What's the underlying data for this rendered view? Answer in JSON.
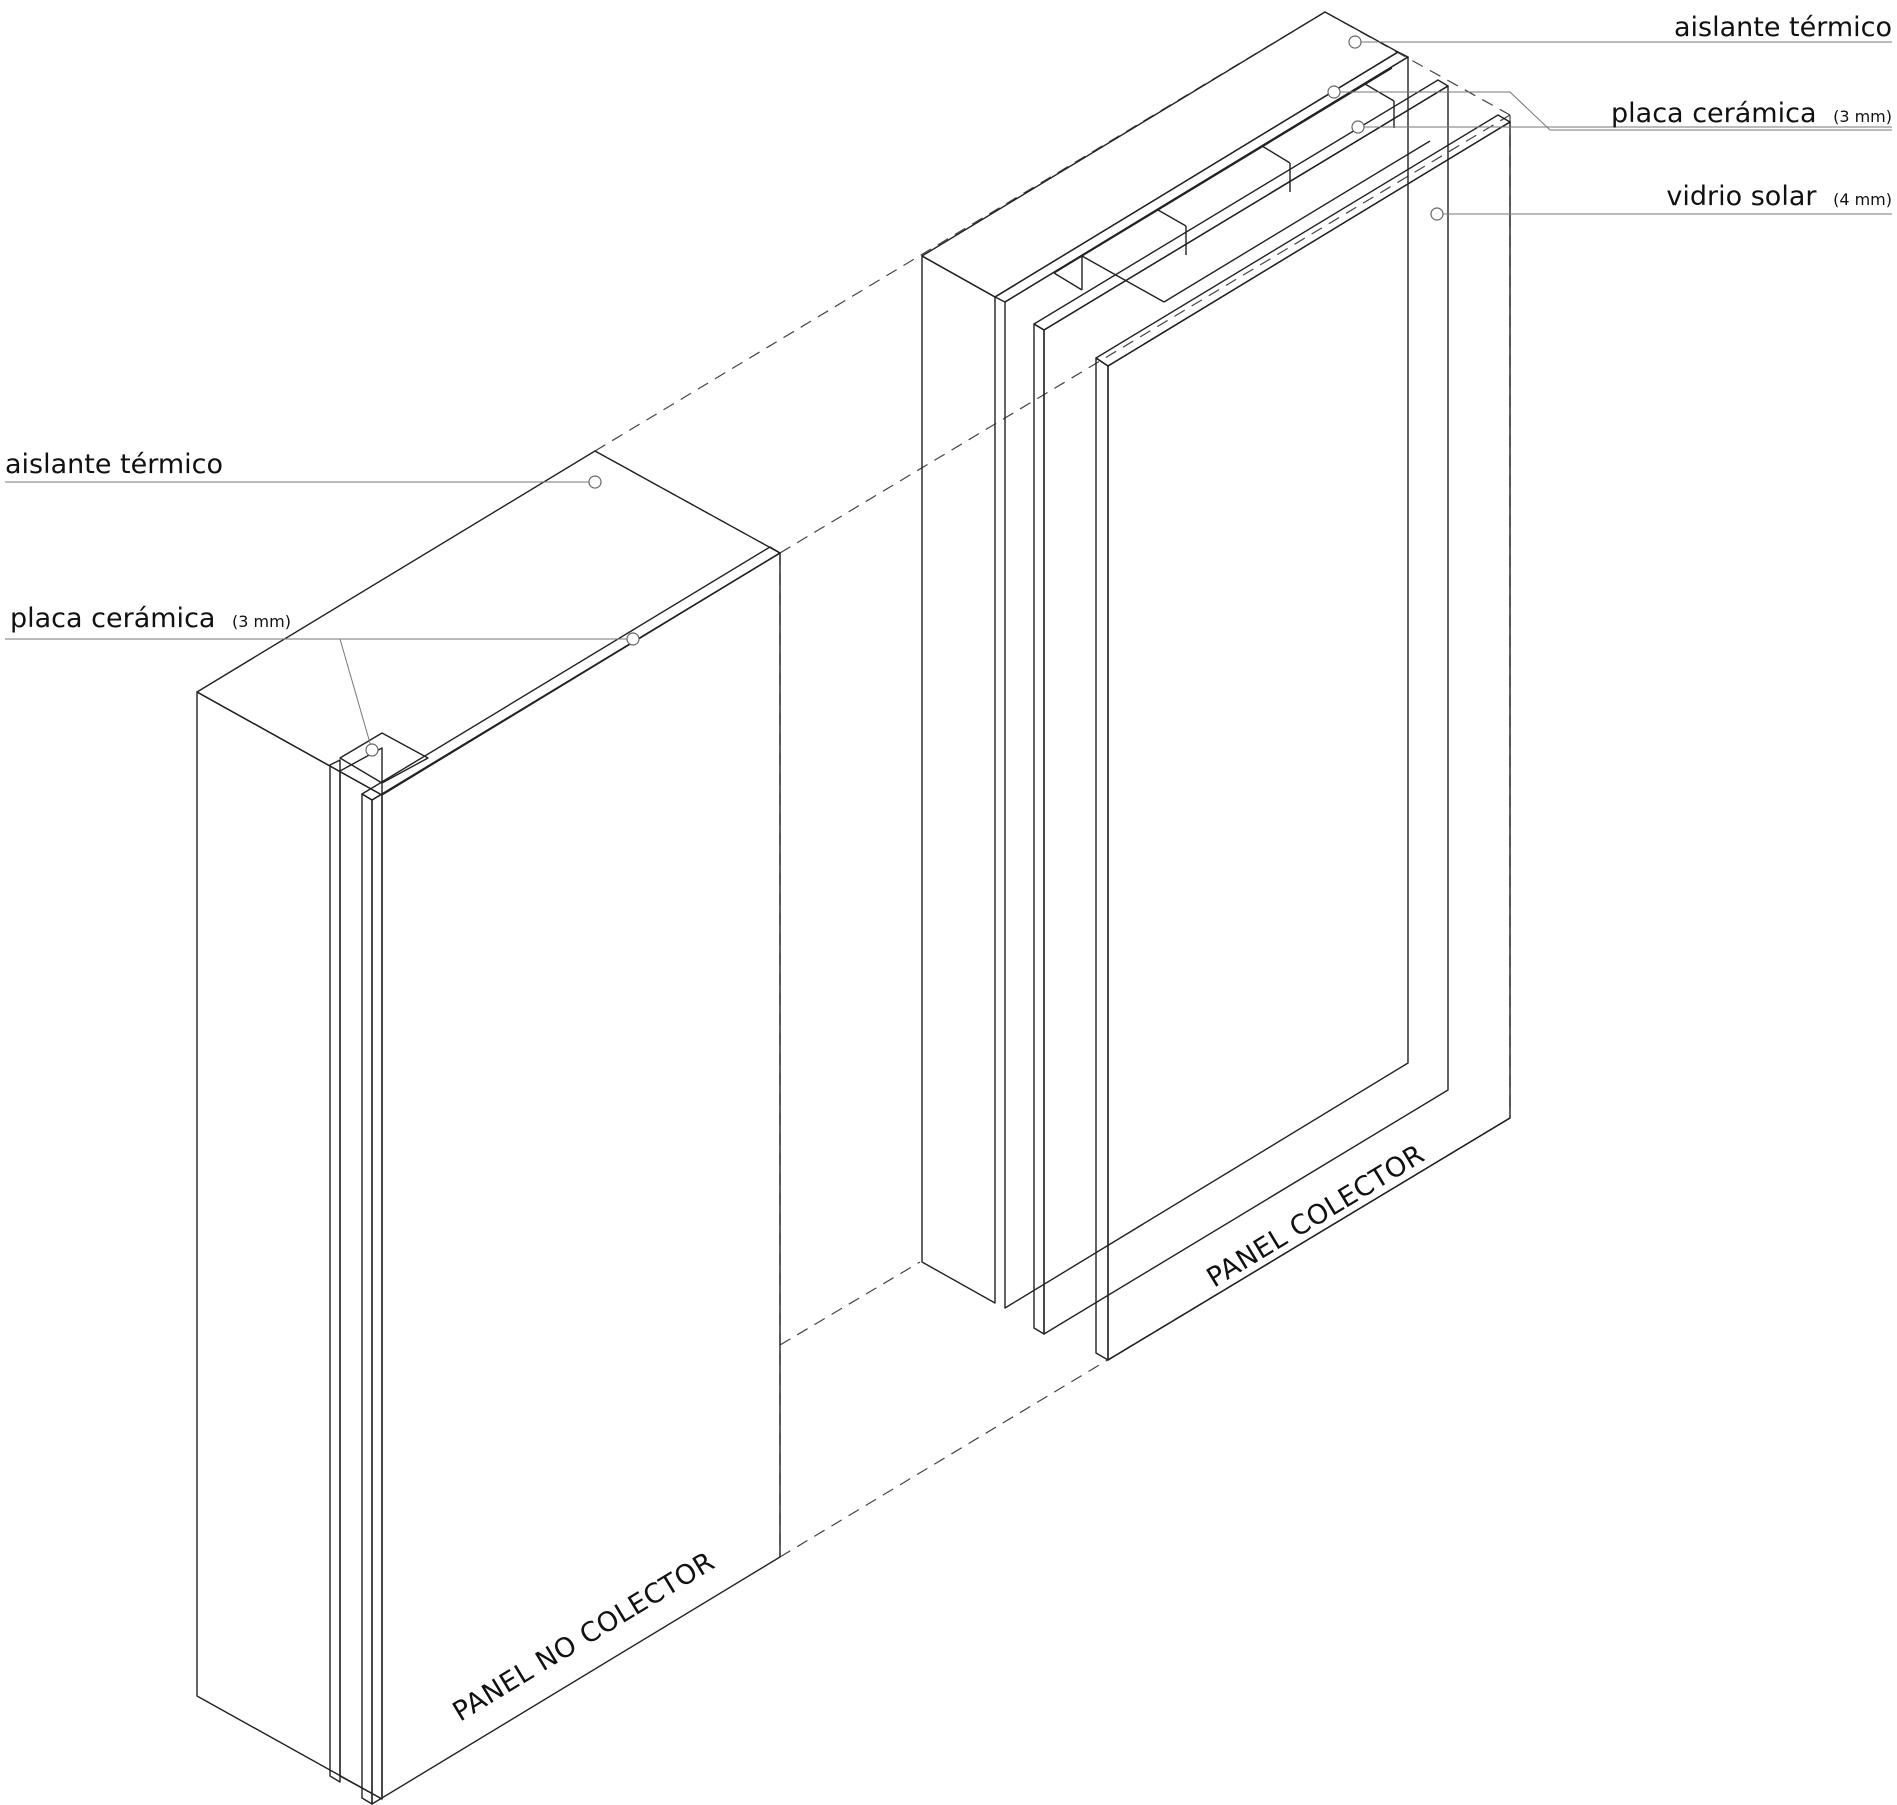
{
  "labels": {
    "left_insulation": "aislante térmico",
    "left_ceramic": "placa cerámica",
    "left_ceramic_size": "(3 mm)",
    "right_insulation": "aislante térmico",
    "right_ceramic": "placa cerámica",
    "right_ceramic_size": "(3 mm)",
    "right_glass": "vidrio solar",
    "right_glass_size": "(4 mm)"
  },
  "panels": {
    "non_collector": "PANEL NO COLECTOR",
    "collector": "PANEL COLECTOR"
  },
  "colors": {
    "background": "#ffffff",
    "insulation": "#ffffff",
    "ceramic": "#b6b6b6",
    "glass": "#d4d4d4",
    "line": "#222222"
  }
}
